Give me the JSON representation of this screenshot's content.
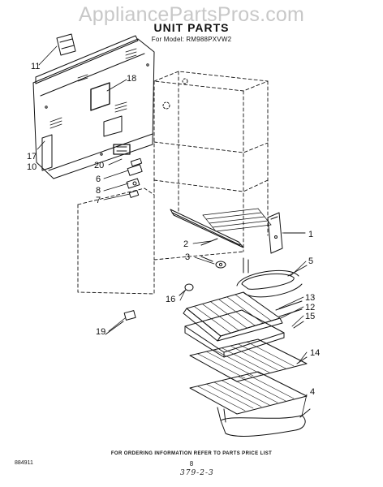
{
  "header": {
    "watermark": "AppliancePartsPros.com",
    "title": "UNIT PARTS",
    "model_line": "For Model: RM988PXVW2"
  },
  "callouts": [
    {
      "label": "11",
      "text": "11"
    },
    {
      "label": "18",
      "text": "18"
    },
    {
      "label": "17",
      "text": "17"
    },
    {
      "label": "10",
      "text": "10"
    },
    {
      "label": "20",
      "text": "20"
    },
    {
      "label": "6",
      "text": "6"
    },
    {
      "label": "8",
      "text": "8"
    },
    {
      "label": "7",
      "text": "7"
    },
    {
      "label": "1",
      "text": "1"
    },
    {
      "label": "2",
      "text": "2"
    },
    {
      "label": "3",
      "text": "3"
    },
    {
      "label": "5",
      "text": "5"
    },
    {
      "label": "16",
      "text": "16"
    },
    {
      "label": "13",
      "text": "13"
    },
    {
      "label": "12",
      "text": "12"
    },
    {
      "label": "15",
      "text": "15"
    },
    {
      "label": "19",
      "text": "19"
    },
    {
      "label": "14",
      "text": "14"
    },
    {
      "label": "4",
      "text": "4"
    }
  ],
  "footer": {
    "note": "FOR ORDERING INFORMATION REFER TO PARTS PRICE LIST",
    "doc_code": "884911",
    "page_number": "8",
    "handwritten": "379-2-3"
  },
  "colors": {
    "ink": "#111111",
    "watermark": "#c8c8c8",
    "paper": "#ffffff"
  }
}
